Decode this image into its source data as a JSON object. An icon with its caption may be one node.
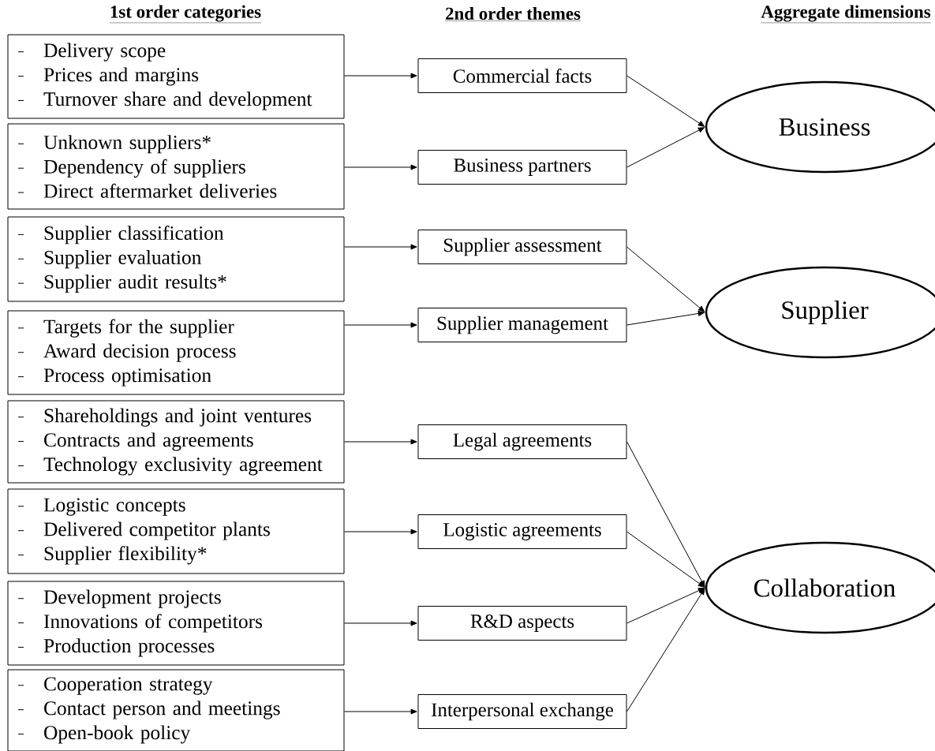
{
  "diagram": {
    "nodes": [
      {
        "text": [
          "Delivery scope",
          "Prices and margins",
          "Turnover share and development"
        ]
      },
      {
        "text": [
          "Unknown suppliers*",
          "Dependency of suppliers",
          "Direct aftermarket deliveries"
        ]
      },
      {
        "text": [
          "Supplier classification",
          "Supplier evaluation",
          "Supplier audit results*"
        ]
      },
      {
        "text": [
          "Targets for the supplier",
          "Award decision process",
          "Process optimisation"
        ]
      },
      {
        "text": [
          "Shareholdings and joint ventures",
          "Contracts and agreements",
          "Technology exclusivity agreement"
        ]
      },
      {
        "text": [
          "Logistic concepts",
          "Delivered competitor plants",
          "Supplier flexibility*"
        ]
      },
      {
        "text": [
          "Development projects",
          "Innovations of competitors",
          "Production processes"
        ]
      },
      {
        "text": [
          "Cooperation strategy",
          "Contact person and meetings",
          "Open-book policy"
        ]
      },
      {
        "text": [
          "Commercial facts"
        ]
      },
      {
        "text": [
          "Business partners"
        ]
      },
      {
        "text": [
          "Supplier assessment"
        ]
      },
      {
        "text": [
          "Supplier management"
        ]
      },
      {
        "text": [
          "Legal agreements"
        ]
      },
      {
        "text": [
          "Logistic agreements"
        ]
      },
      {
        "text": [
          "R&D aspects"
        ]
      },
      {
        "text": [
          "Interpersonal exchange"
        ]
      },
      {
        "text": [
          "Business"
        ]
      },
      {
        "text": [
          "Supplier"
        ]
      },
      {
        "text": [
          "Collaboration"
        ]
      }
    ],
    "edges": [
      {
        "from": 0,
        "to": 8,
        "arrow": "to"
      },
      {
        "from": 1,
        "to": 9,
        "arrow": "to"
      },
      {
        "from": 2,
        "to": 10,
        "arrow": "to"
      },
      {
        "from": 3,
        "to": 11,
        "arrow": "to"
      },
      {
        "from": 4,
        "to": 12,
        "arrow": "to"
      },
      {
        "from": 5,
        "to": 13,
        "arrow": "to"
      },
      {
        "from": 6,
        "to": 14,
        "arrow": "to"
      },
      {
        "from": 7,
        "to": 15,
        "arrow": "to"
      },
      {
        "from": 8,
        "to": 16,
        "arrow": "to"
      },
      {
        "from": 9,
        "to": 16,
        "arrow": "to"
      },
      {
        "from": 10,
        "to": 17,
        "arrow": "to"
      },
      {
        "from": 11,
        "to": 17,
        "arrow": "to"
      },
      {
        "from": 12,
        "to": 18,
        "arrow": "to"
      },
      {
        "from": 13,
        "to": 18,
        "arrow": "to"
      },
      {
        "from": 14,
        "to": 18,
        "arrow": "to"
      },
      {
        "from": 15,
        "to": 18,
        "arrow": "to"
      }
    ],
    "labels": [
      "1st order categories",
      "2nd order themes",
      "Aggregate dimensions"
    ]
  }
}
